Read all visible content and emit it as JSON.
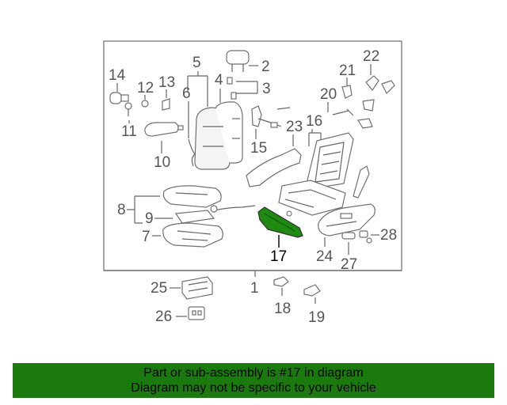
{
  "diagram": {
    "callouts": {
      "c1": "1",
      "c2": "2",
      "c3": "3",
      "c4": "4",
      "c5": "5",
      "c6": "6",
      "c7": "7",
      "c8": "8",
      "c9": "9",
      "c10": "10",
      "c11": "11",
      "c12": "12",
      "c13": "13",
      "c14": "14",
      "c15": "15",
      "c16": "16",
      "c17": "17",
      "c18": "18",
      "c19": "19",
      "c20": "20",
      "c21": "21",
      "c22": "22",
      "c23": "23",
      "c24": "24",
      "c25": "25",
      "c26": "26",
      "c27": "27",
      "c28": "28"
    },
    "highlight_part": "17",
    "highlight_color": "#1f8a12"
  },
  "banner": {
    "line1": "Part or sub-assembly is #17 in diagram",
    "line2": "Diagram may not be specific to your vehicle",
    "background": "#1a7a0e"
  }
}
